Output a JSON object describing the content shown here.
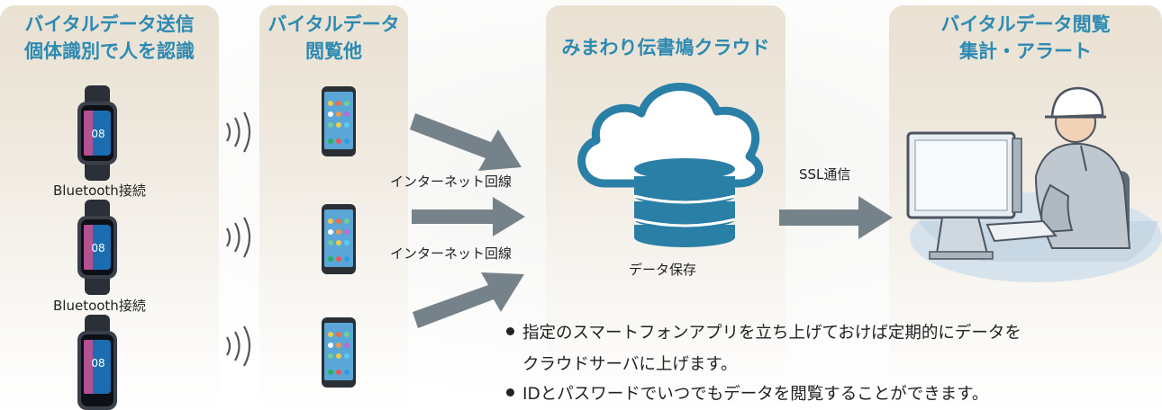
{
  "columns": {
    "sender": {
      "title_line1": "バイタルデータ送信",
      "title_line2": "個体識別で人を認識"
    },
    "viewer": {
      "title_line1": "バイタルデータ",
      "title_line2": "閲覧他"
    },
    "cloud": {
      "title": "みまわり伝書鳩クラウド",
      "storage_label": "データ保存"
    },
    "monitor": {
      "title_line1": "バイタルデータ閲覧",
      "title_line2": "集計・アラート"
    }
  },
  "connections": {
    "bluetooth_1": "Bluetooth接続",
    "bluetooth_2": "Bluetooth接続",
    "internet_1": "インターネット回線",
    "internet_2": "インターネット回線",
    "ssl": "SSL通信"
  },
  "notes": [
    "指定のスマートフォンアプリを立ち上げておけば定期的にデータを",
    "クラウドサーバに上げます。",
    "IDとパスワードでいつでもデータを閲覧することができます。"
  ],
  "icons": [
    "smartwatch-icon",
    "wireless-signal-icon",
    "smartphone-icon",
    "cloud-icon",
    "database-icon",
    "arrow-icon",
    "worker-at-computer-illustration"
  ],
  "colors": {
    "title_blue": "#2d8ab2",
    "arrow_gray": "#76828a",
    "cloud_blue": "#2a7fa6",
    "panel_beige": "#e9e1d2"
  }
}
